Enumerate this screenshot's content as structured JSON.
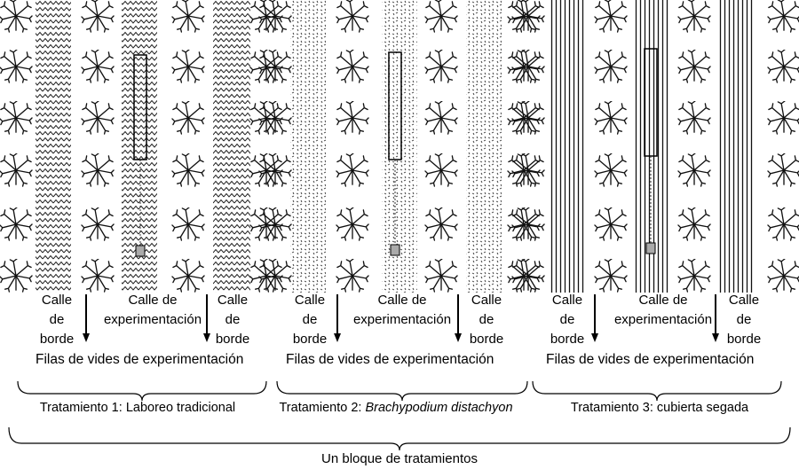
{
  "labels": {
    "calle_borde_1": "Calle",
    "calle_borde_2": "de",
    "calle_borde_3": "borde",
    "calle_exp_1": "Calle de",
    "calle_exp_2": "experimentación",
    "filas": "Filas de vides de experimentación"
  },
  "treatments": [
    {
      "prefix": "Tratamiento 1: ",
      "name": "Laboreo tradicional"
    },
    {
      "prefix": "Tratamiento 2: ",
      "name": "Brachypodium distachyon"
    },
    {
      "prefix": "Tratamiento 3: ",
      "name": "cubierta segada"
    }
  ],
  "block_label": "Un bloque de tratamientos",
  "icons": {
    "vine": "vine-plant-icon",
    "sample_box": "sampling-rectangle-icon",
    "sample_point": "sampling-square-icon"
  }
}
